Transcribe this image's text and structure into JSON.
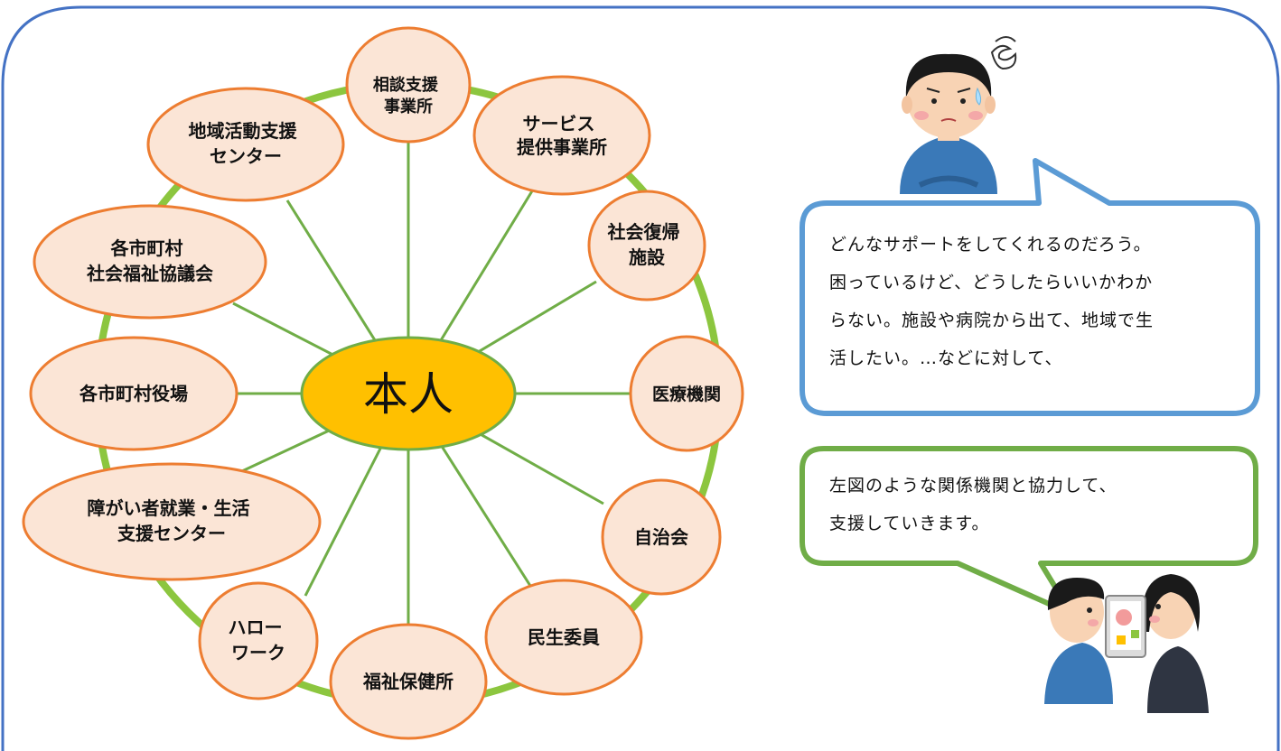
{
  "diagram": {
    "center_label": "本人",
    "nodes": [
      {
        "id": "soudan",
        "lines": [
          "相談支援",
          "事業所"
        ]
      },
      {
        "id": "service",
        "lines": [
          "サービス",
          "提供事業所"
        ]
      },
      {
        "id": "shakai-fukki",
        "lines": [
          "社会復帰",
          "施設"
        ]
      },
      {
        "id": "iryo",
        "lines": [
          "医療機関"
        ]
      },
      {
        "id": "jichikai",
        "lines": [
          "自治会"
        ]
      },
      {
        "id": "minsei",
        "lines": [
          "民生委員"
        ]
      },
      {
        "id": "fukushi-hoken",
        "lines": [
          "福祉保健所"
        ]
      },
      {
        "id": "hellowork",
        "lines": [
          "ハロー",
          "ワーク"
        ]
      },
      {
        "id": "shugyo",
        "lines": [
          "障がい者就業・生活",
          "支援センター"
        ]
      },
      {
        "id": "yakuba",
        "lines": [
          "各市町村役場"
        ]
      },
      {
        "id": "shakyo",
        "lines": [
          "各市町村",
          "社会福祉協議会"
        ]
      },
      {
        "id": "chiiki",
        "lines": [
          "地域活動支援",
          "センター"
        ]
      }
    ]
  },
  "bubble_worry": {
    "lines": [
      "どんなサポートをしてくれるのだろう。",
      "困っているけど、どうしたらいいかわか",
      "らない。施設や病院から出て、地域で生",
      "活したい。…などに対して、"
    ]
  },
  "bubble_support": {
    "lines": [
      "左図のような関係機関と協力して、",
      "支援していきます。"
    ]
  },
  "colors": {
    "frame": "#4472c4",
    "ring": "#8cc63f",
    "spoke": "#70ad47",
    "node_fill": "#fbe5d6",
    "node_stroke": "#ed7d31",
    "center_fill": "#ffc000",
    "center_stroke": "#70ad47",
    "bubble_worry_stroke": "#5b9bd5",
    "bubble_support_stroke": "#70ad47"
  }
}
